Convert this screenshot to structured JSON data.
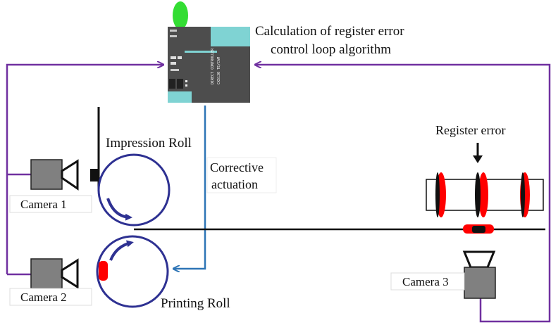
{
  "controller": {
    "caption_line1": "Calculation of register error",
    "caption_line2": "control loop algorithm",
    "device_text_1": "DIRECT CONTROLLER",
    "device_text_2": "CX5130 TE/CAM"
  },
  "rolls": {
    "impression_label": "Impression Roll",
    "printing_label": "Printing Roll"
  },
  "actuation": {
    "line1": "Corrective",
    "line2": "actuation"
  },
  "cameras": {
    "camera1_label": "Camera 1",
    "camera2_label": "Camera 2",
    "camera3_label": "Camera 3"
  },
  "register": {
    "label": "Register error"
  },
  "colors": {
    "feedback_line": "#7030a0",
    "actuation_line": "#2e75b6",
    "roll_outline": "#2e3192",
    "register_mark": "#ff0000",
    "camera_body": "#808080",
    "controller_body": "#4d4d4d",
    "controller_accent": "#7fd3d3",
    "status_led": "#33dd33"
  }
}
